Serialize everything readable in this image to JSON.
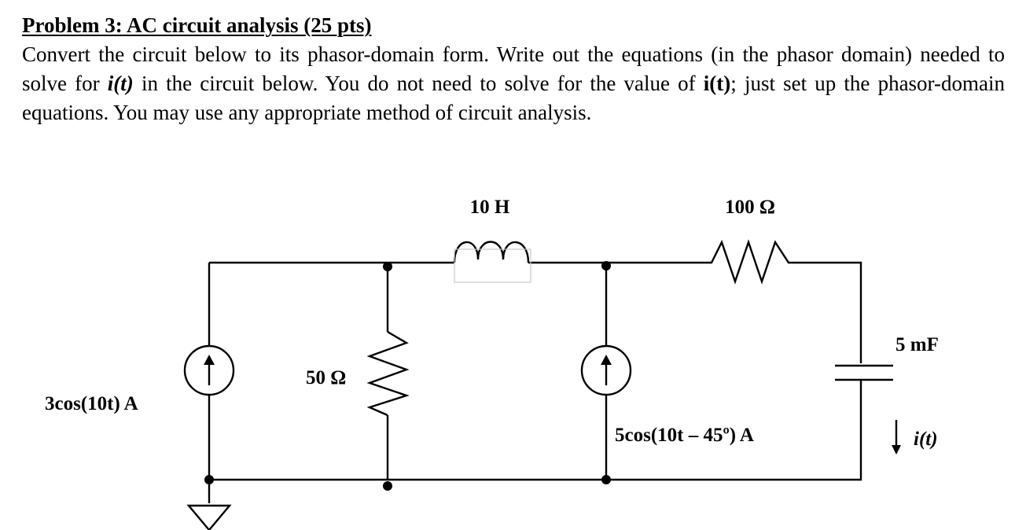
{
  "problem": {
    "title": "Problem 3: AC circuit analysis (25 pts)",
    "p1": "Convert the circuit below to its phasor-domain form. Write out the equations (in the phasor domain) needed to solve for ",
    "p1_em": "i(t)",
    "p2": " in the circuit below. You do not need to solve for the value of ",
    "p2_b": "i(t)",
    "p3": "; just set up the phasor-domain equations. You may use any appropriate method of circuit analysis."
  },
  "circuit": {
    "source1_label": "3cos(10t) A",
    "resistor1_label": "50 Ω",
    "inductor_label": "10 H",
    "resistor2_label": "100 Ω",
    "source2_label": "5cos(10t – 45º) A",
    "capacitor_label": "5 mF",
    "current_label": "i(t)"
  }
}
